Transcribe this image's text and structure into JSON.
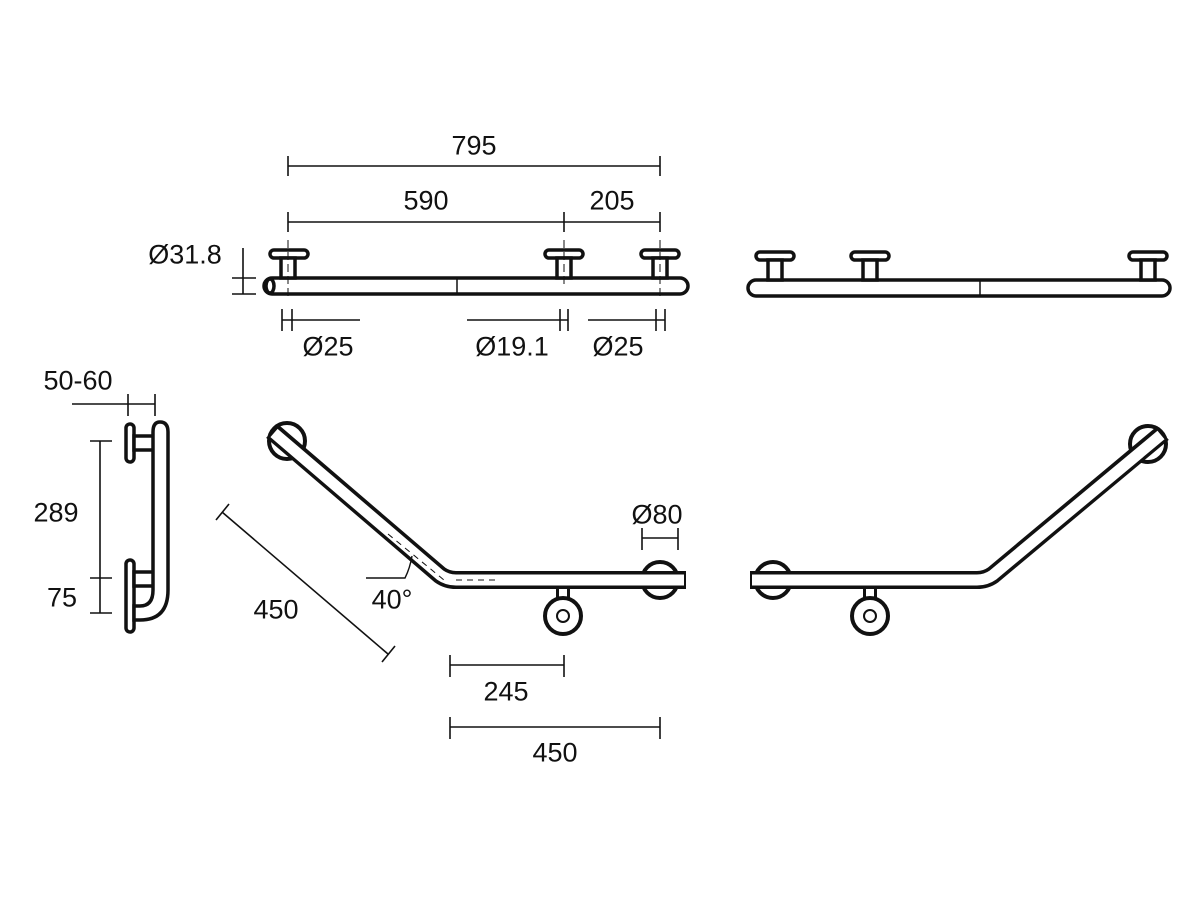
{
  "dimensions": {
    "overall_length": "795",
    "flange_spacing": "590",
    "end_spacing": "205",
    "tube_diameter": "Ø31.8",
    "left_flange_diameter": "Ø25",
    "mid_flange_diameter": "Ø19.1",
    "right_flange_diameter": "Ø25",
    "wall_offset": "50-60",
    "vertical_height": "289",
    "lower_height": "75",
    "diagonal_length": "450",
    "angle": "40°",
    "rosette_diameter": "Ø80",
    "support_offset": "245",
    "horizontal_length": "450"
  },
  "colors": {
    "line": "#111111",
    "background": "#ffffff"
  }
}
